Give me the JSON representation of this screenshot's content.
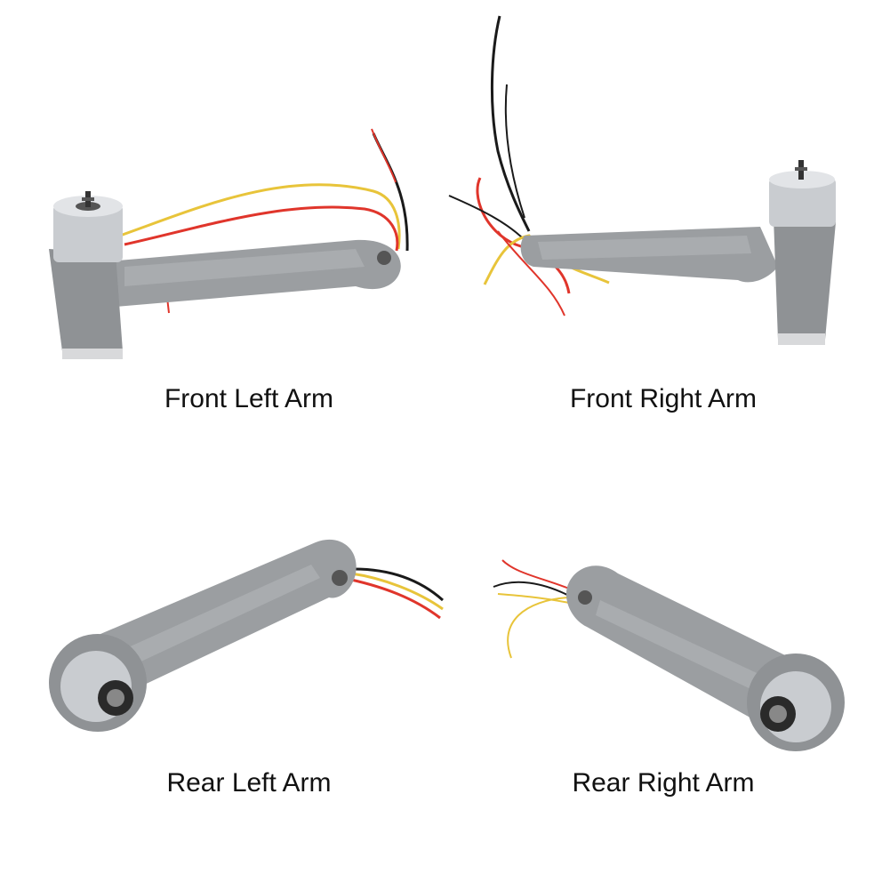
{
  "captions": {
    "front_left": "Front Left Arm",
    "front_right": "Front Right Arm",
    "rear_left": "Rear Left Arm",
    "rear_right": "Rear Right Arm"
  },
  "colors": {
    "arm_grey": "#9b9ea1",
    "arm_dark": "#7d8083",
    "motor_silver": "#c9ccd0",
    "wire_red": "#e0352b",
    "wire_yellow": "#e8c43a",
    "wire_black": "#1a1a1a"
  }
}
